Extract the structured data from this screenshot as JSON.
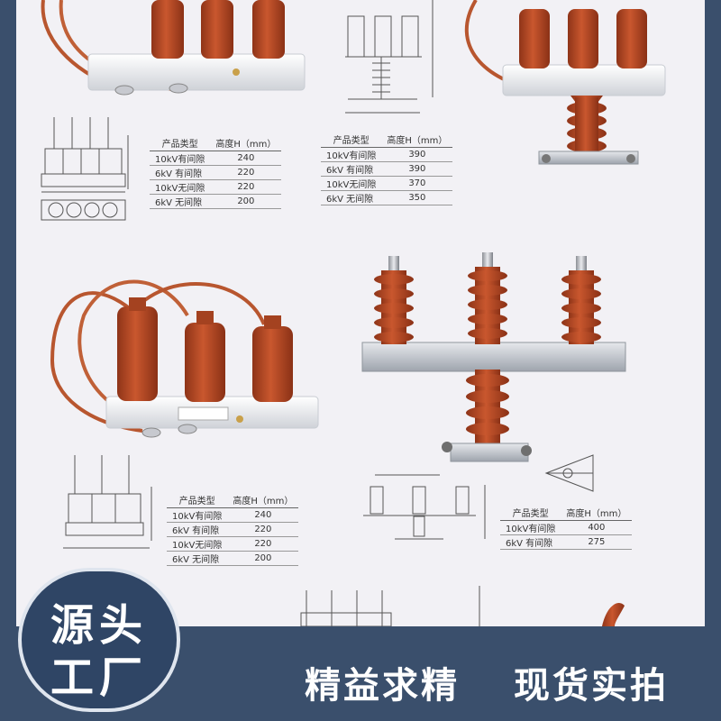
{
  "colors": {
    "porcelain": "#b94a26",
    "frame": "#3a4f6c",
    "badge": "#2f4565",
    "panel": "#f2f1f5"
  },
  "tables": [
    {
      "headers": [
        "产品类型",
        "高度H（mm）"
      ],
      "rows": [
        [
          "10kV有间隙",
          "240"
        ],
        [
          "6kV 有间隙",
          "220"
        ],
        [
          "10kV无间隙",
          "220"
        ],
        [
          "6kV 无间隙",
          "200"
        ]
      ]
    },
    {
      "headers": [
        "产品类型",
        "高度H（mm）"
      ],
      "rows": [
        [
          "10kV有间隙",
          "390"
        ],
        [
          "6kV 有间隙",
          "390"
        ],
        [
          "10kV无间隙",
          "370"
        ],
        [
          "6kV 无间隙",
          "350"
        ]
      ]
    },
    {
      "headers": [
        "产品类型",
        "高度H（mm）"
      ],
      "rows": [
        [
          "10kV有间隙",
          "240"
        ],
        [
          "6kV 有间隙",
          "220"
        ],
        [
          "10kV无间隙",
          "220"
        ],
        [
          "6kV 无间隙",
          "200"
        ]
      ]
    },
    {
      "headers": [
        "产品类型",
        "高度H（mm）"
      ],
      "rows": [
        [
          "10kV有间隙",
          "400"
        ],
        [
          "6kV 有间隙",
          "275"
        ]
      ]
    }
  ],
  "badge": {
    "line1": "源头",
    "line2": "工厂"
  },
  "slogan": {
    "left": "精益求精",
    "right": "现货实拍"
  }
}
